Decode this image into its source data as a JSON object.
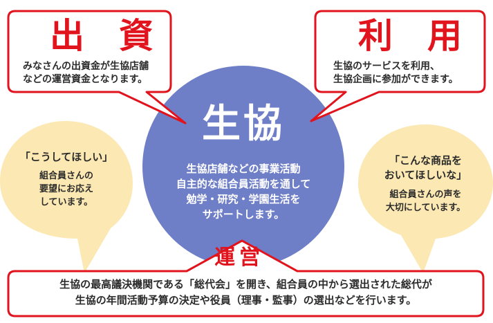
{
  "colors": {
    "red": "#e1131c",
    "circle_blue": "#6e7ec7",
    "bubble_cream": "#fbe8b3",
    "text_dark": "#2b2b2b",
    "white": "#ffffff"
  },
  "investment": {
    "title": "出　資",
    "lines": [
      "みなさんの出資金が生協店舗",
      "などの運営資金となります。"
    ]
  },
  "usage": {
    "title": "利　用",
    "lines": [
      "生協のサービスを利用、",
      "生協企画に参加ができます。"
    ]
  },
  "coop": {
    "title": "生協",
    "lines": [
      "生協店舗などの事業活動",
      "自主的な組合員活動を通して",
      "勉学・研究・学園生活を",
      "サポートします。"
    ]
  },
  "left_bubble": {
    "quote": "「こうしてほしい」",
    "lines": [
      "組合員さんの",
      "要望にお応え",
      "しています。"
    ]
  },
  "right_bubble": {
    "quote_lines": [
      "「こんな商品を",
      "おいてほしいな」"
    ],
    "lines": [
      "組合員さんの声を",
      "大切にしています。"
    ]
  },
  "management": {
    "title": "運営",
    "lines": [
      "生協の最高議決機関である「総代会」を開き、組合員の中から選出された総代が",
      "生協の年間活動予算の決定や役員（理事・監事）の選出などを行います。"
    ]
  }
}
